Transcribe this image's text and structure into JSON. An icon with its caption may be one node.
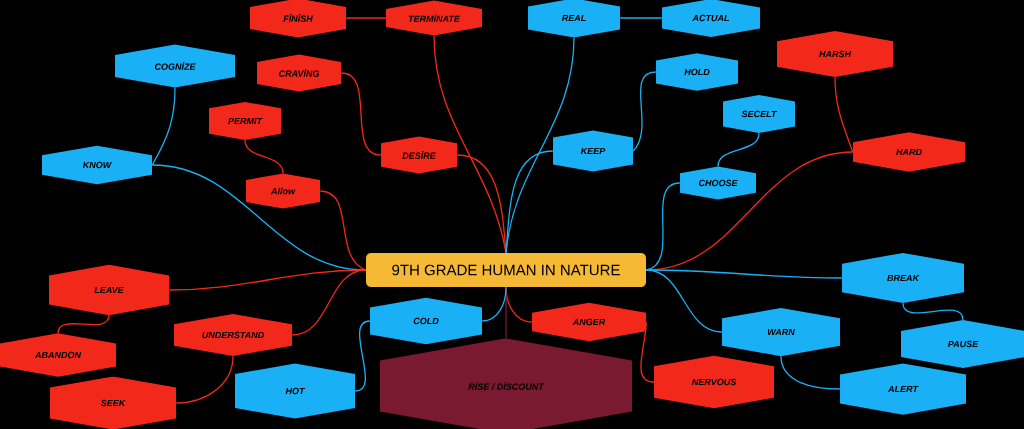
{
  "diagram": {
    "nodes": [
      {
        "text": [
          "9TH GRADE HUMAN IN NATURE"
        ]
      },
      {
        "text": [
          "FİNİSH"
        ]
      },
      {
        "text": [
          "TERMİNATE"
        ]
      },
      {
        "text": [
          "REAL"
        ]
      },
      {
        "text": [
          "ACTUAL"
        ]
      },
      {
        "text": [
          "HARSH"
        ]
      },
      {
        "text": [
          "CRAVİNG"
        ]
      },
      {
        "text": [
          "COGNİZE"
        ]
      },
      {
        "text": [
          "HOLD"
        ]
      },
      {
        "text": [
          "PERMIT"
        ]
      },
      {
        "text": [
          "SECELT"
        ]
      },
      {
        "text": [
          "DESİRE"
        ]
      },
      {
        "text": [
          "KEEP"
        ]
      },
      {
        "text": [
          "KNOW"
        ]
      },
      {
        "text": [
          "HARD"
        ]
      },
      {
        "text": [
          "Allow"
        ]
      },
      {
        "text": [
          "CHOOSE"
        ]
      },
      {
        "text": [
          "BREAK"
        ]
      },
      {
        "text": [
          "LEAVE"
        ]
      },
      {
        "text": [
          "ANGER"
        ]
      },
      {
        "text": [
          "COLD"
        ]
      },
      {
        "text": [
          "WARN"
        ]
      },
      {
        "text": [
          "UNDERSTAND"
        ]
      },
      {
        "text": [
          "PAUSE"
        ]
      },
      {
        "text": [
          "ABANDON"
        ]
      },
      {
        "text": [
          "RİSE / DİSCOUNT"
        ]
      },
      {
        "text": [
          "NERVOUS"
        ]
      },
      {
        "text": [
          "HOT"
        ]
      },
      {
        "text": [
          "ALERT"
        ]
      },
      {
        "text": [
          "SEEK"
        ]
      }
    ],
    "edges": [
      {
        "from": 0,
        "to": 13,
        "arrow": "none",
        "color": "#1ab0f5"
      },
      {
        "from": 13,
        "to": 7,
        "arrow": "none",
        "color": "#1ab0f5"
      },
      {
        "from": 0,
        "to": 15,
        "arrow": "none",
        "color": "#f2281a"
      },
      {
        "from": 15,
        "to": 9,
        "arrow": "none",
        "color": "#f2281a"
      },
      {
        "from": 0,
        "to": 11,
        "arrow": "none",
        "color": "#f2281a"
      },
      {
        "from": 11,
        "to": 6,
        "arrow": "none",
        "color": "#f2281a"
      },
      {
        "from": 0,
        "to": 2,
        "arrow": "none",
        "color": "#f2281a"
      },
      {
        "from": 2,
        "to": 1,
        "arrow": "none",
        "color": "#f2281a"
      },
      {
        "from": 0,
        "to": 3,
        "arrow": "none",
        "color": "#1ab0f5"
      },
      {
        "from": 3,
        "to": 4,
        "arrow": "none",
        "color": "#1ab0f5"
      },
      {
        "from": 0,
        "to": 12,
        "arrow": "none",
        "color": "#1ab0f5"
      },
      {
        "from": 12,
        "to": 8,
        "arrow": "none",
        "color": "#1ab0f5"
      },
      {
        "from": 0,
        "to": 16,
        "arrow": "none",
        "color": "#1ab0f5"
      },
      {
        "from": 16,
        "to": 10,
        "arrow": "none",
        "color": "#1ab0f5"
      },
      {
        "from": 0,
        "to": 14,
        "arrow": "none",
        "color": "#f2281a"
      },
      {
        "from": 14,
        "to": 5,
        "arrow": "none",
        "color": "#f2281a"
      },
      {
        "from": 0,
        "to": 17,
        "arrow": "none",
        "color": "#1ab0f5"
      },
      {
        "from": 17,
        "to": 23,
        "arrow": "none",
        "color": "#1ab0f5"
      },
      {
        "from": 0,
        "to": 21,
        "arrow": "none",
        "color": "#1ab0f5"
      },
      {
        "from": 21,
        "to": 28,
        "arrow": "none",
        "color": "#1ab0f5"
      },
      {
        "from": 0,
        "to": 19,
        "arrow": "none",
        "color": "#f2281a"
      },
      {
        "from": 19,
        "to": 26,
        "arrow": "none",
        "color": "#f2281a"
      },
      {
        "from": 0,
        "to": 25,
        "arrow": "none",
        "color": "#7a1a30"
      },
      {
        "from": 0,
        "to": 20,
        "arrow": "none",
        "color": "#1ab0f5"
      },
      {
        "from": 20,
        "to": 27,
        "arrow": "none",
        "color": "#1ab0f5"
      },
      {
        "from": 0,
        "to": 22,
        "arrow": "none",
        "color": "#f2281a"
      },
      {
        "from": 22,
        "to": 29,
        "arrow": "none",
        "color": "#f2281a"
      },
      {
        "from": 0,
        "to": 18,
        "arrow": "none",
        "color": "#f2281a"
      },
      {
        "from": 18,
        "to": 24,
        "arrow": "none",
        "color": "#f2281a"
      }
    ]
  }
}
